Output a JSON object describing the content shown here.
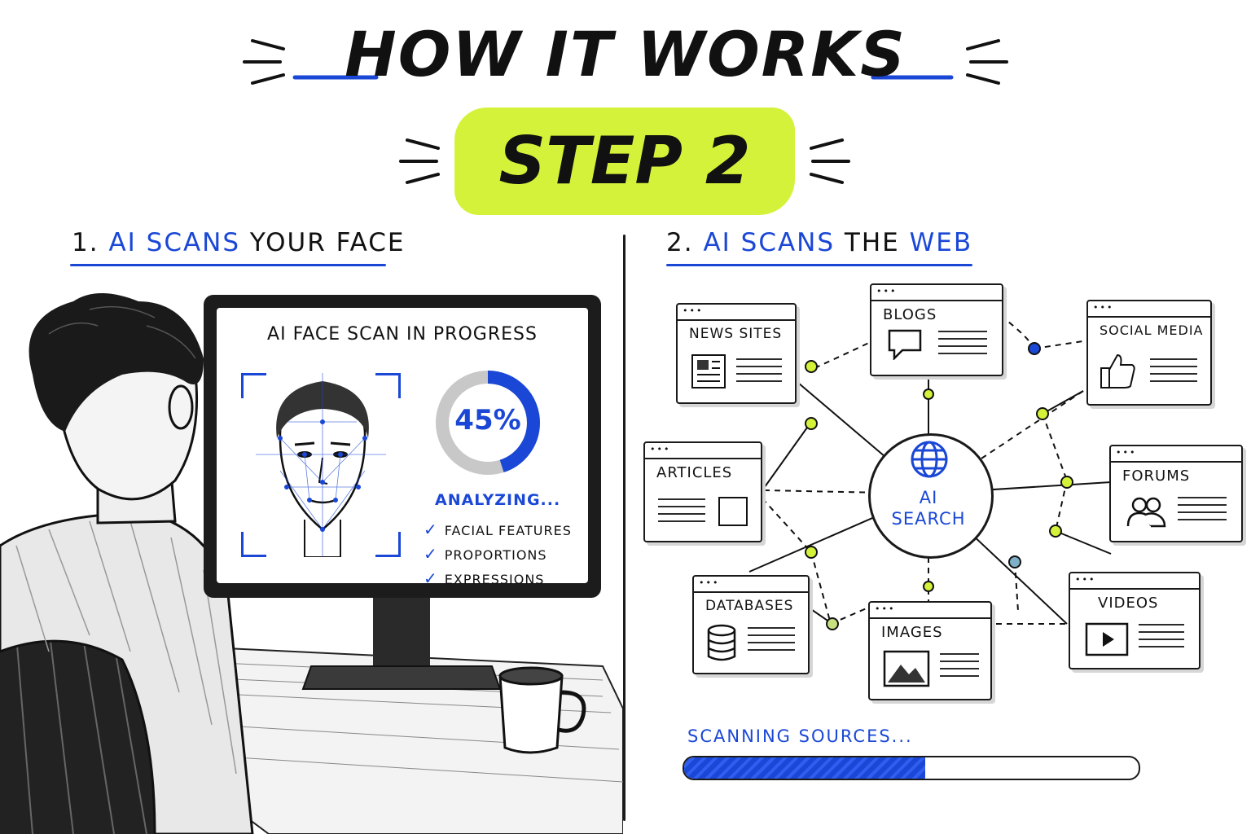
{
  "header": {
    "title": "HOW IT WORKS",
    "step_label": "STEP 2"
  },
  "colors": {
    "accent_blue": "#1a47d6",
    "highlight_green": "#d4f23a",
    "ink": "#111111",
    "ring_gray": "#c8c8c8"
  },
  "left": {
    "heading_prefix": "1.",
    "heading_highlight": "AI SCANS",
    "heading_rest": "YOUR FACE",
    "screen_title": "AI FACE SCAN IN PROGRESS",
    "progress_percent": 45,
    "progress_text": "45%",
    "analyzing": "ANALYZING...",
    "checks": [
      "FACIAL FEATURES",
      "PROPORTIONS",
      "EXPRESSIONS"
    ]
  },
  "right": {
    "heading_prefix": "2.",
    "heading_highlight": "AI SCANS",
    "heading_mid": "THE",
    "heading_highlight2": "WEB",
    "hub_line1": "AI",
    "hub_line2": "SEARCH",
    "sources": {
      "news": "NEWS SITES",
      "blogs": "BLOGS",
      "social": "SOCIAL MEDIA",
      "articles": "ARTICLES",
      "forums": "FORUMS",
      "databases": "DATABASES",
      "images": "IMAGES",
      "videos": "VIDEOS"
    },
    "scanning_label": "SCANNING SOURCES...",
    "scan_progress": 0.53
  },
  "icons": {
    "window_dots": "•••",
    "check": "✓"
  }
}
